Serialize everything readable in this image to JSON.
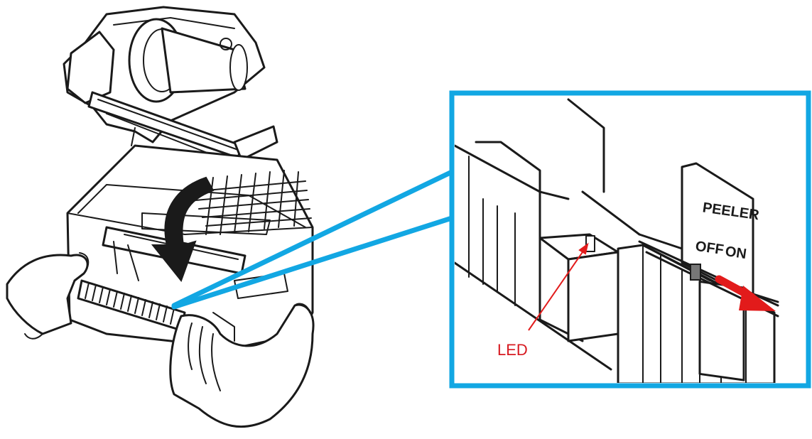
{
  "figure": {
    "callout": {
      "led_label": "LED",
      "peeler_label": "PEELER",
      "off_label": "OFF",
      "on_label": "ON"
    },
    "colors": {
      "callout_border": "#12a7e3",
      "accent_arrow": "#e21b1b",
      "led_text": "#d71920",
      "line_art": "#1a1a1a"
    },
    "icons": [
      "close-direction-arrow",
      "slide-direction-arrow",
      "led-pointer-arrow",
      "hand"
    ]
  }
}
